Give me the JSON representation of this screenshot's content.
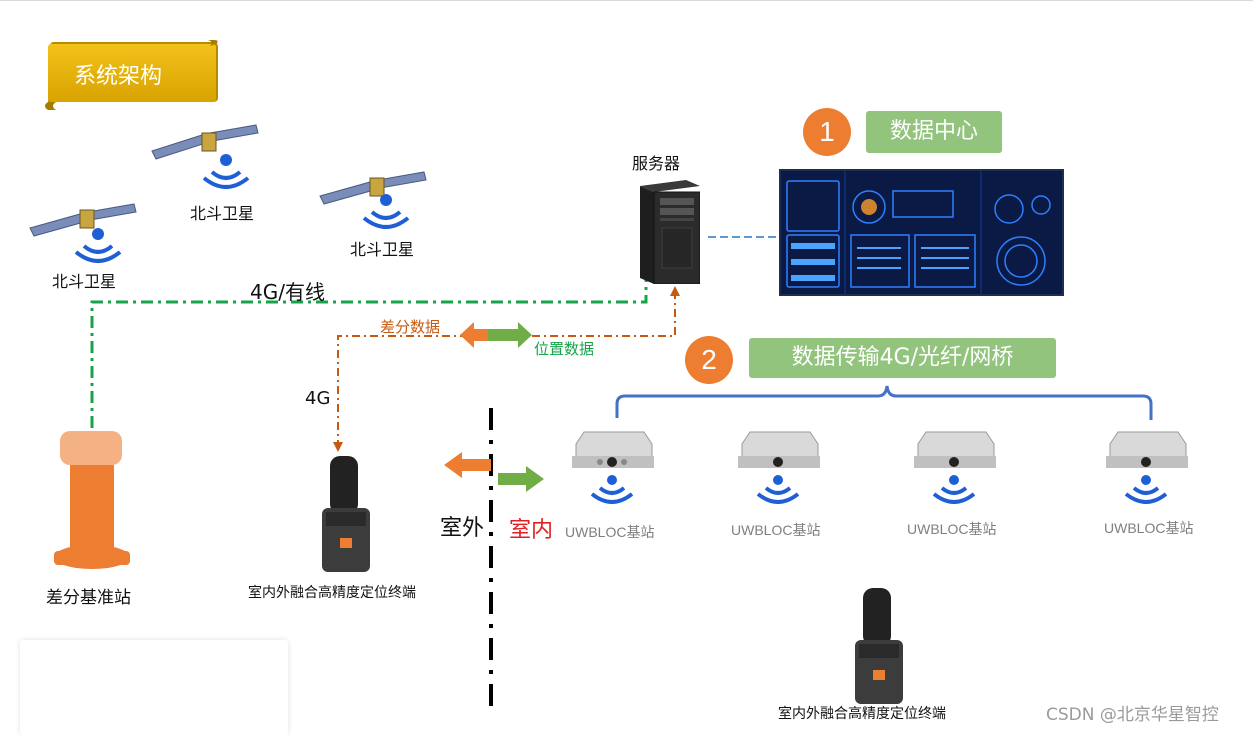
{
  "banner": {
    "title": "系统架构"
  },
  "satellites": {
    "label": "北斗卫星"
  },
  "links": {
    "wired_4g": "4G/有线",
    "diff_data": "差分数据",
    "position_data": "位置数据",
    "fourg": "4G"
  },
  "server": {
    "label": "服务器"
  },
  "data_center": {
    "number": "1",
    "label": "数据中心"
  },
  "transmission": {
    "number": "2",
    "label": "数据传输4G/光纤/网桥"
  },
  "reference_station": {
    "label": "差分基准站"
  },
  "terminal": {
    "label": "室内外融合高精度定位终端"
  },
  "zones": {
    "outdoor": "室外",
    "indoor": "室内"
  },
  "base_station": {
    "label": "UWBLOC基站"
  },
  "watermark": "CSDN @北京华星智控",
  "colors": {
    "orange": "#ed7d31",
    "green_pill": "#92c47d",
    "green_dash": "#16a34a",
    "brown_dash": "#c55a11",
    "blue_bracket": "#4472c4",
    "wifi_blue": "#1f5fd6",
    "banner_gold": "#e6b400",
    "indoor_red": "#e02020"
  }
}
